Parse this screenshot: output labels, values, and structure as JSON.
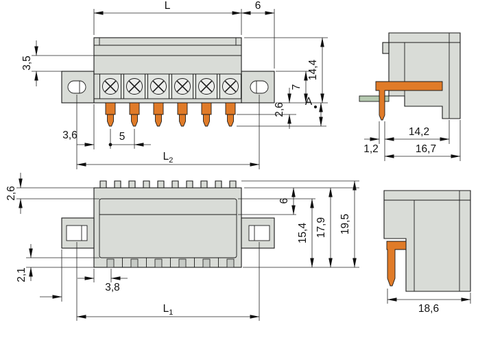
{
  "front_view": {
    "length_L": "L",
    "width_6": "6",
    "height_3_5": "3,5",
    "height_14_4": "14,4",
    "flange_7": "7",
    "pin_collar_2_6": "2,6",
    "pin_length_A": "A",
    "offset_3_6": "3,6",
    "pitch_5": "5",
    "span_L2_main": "L",
    "span_L2_sub": "2"
  },
  "side_view_upper": {
    "pin_1_2": "1,2",
    "depth_14_2": "14,2",
    "depth_16_7": "16,7"
  },
  "bottom_view": {
    "top_2_6": "2,6",
    "wall_2_1": "2,1",
    "section_6": "6",
    "height_15_4": "15,4",
    "height_17_9": "17,9",
    "height_19_5": "19,5",
    "offset_3_8": "3,8",
    "length_L1_main": "L",
    "length_L1_sub": "1"
  },
  "side_view_lower": {
    "depth_18_6": "18,6"
  },
  "colors": {
    "body_fill": "#d9dcd7",
    "pin_orange": "#e07b28",
    "pcb_green": "#b5c9b0",
    "line": "#1a1a1a"
  }
}
